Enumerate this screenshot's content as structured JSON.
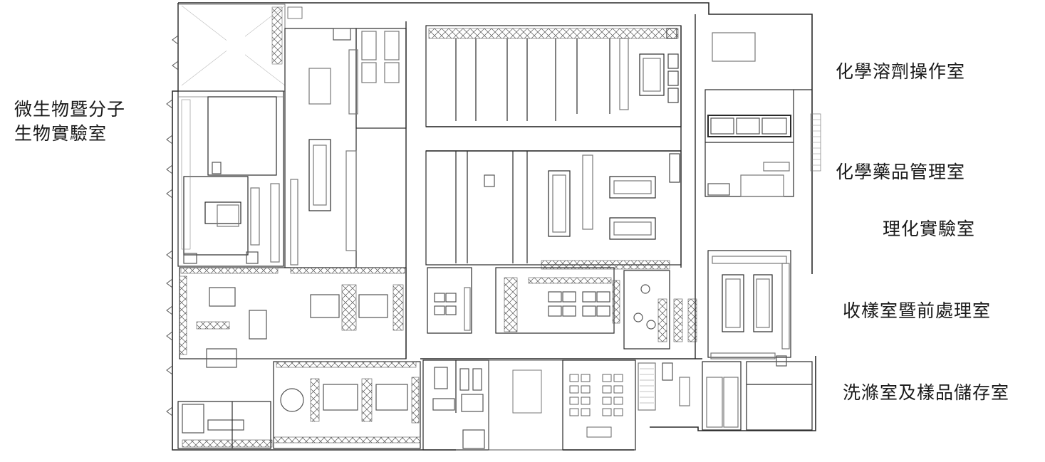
{
  "labels": {
    "micro_line1": "微生物暨分子",
    "micro_line2": "生物實驗室",
    "chem_solvent": "化學溶劑操作室",
    "chem_mgmt": "化學藥品管理室",
    "physchem": "理化實驗室",
    "sample_recv": "收樣室暨前處理室",
    "wash_storage": "洗滌室及樣品儲存室"
  },
  "colors": {
    "wall": "#2a2a2a",
    "thin": "#555555",
    "light": "#9a9a9a",
    "label_text": "#1a1a1a"
  }
}
